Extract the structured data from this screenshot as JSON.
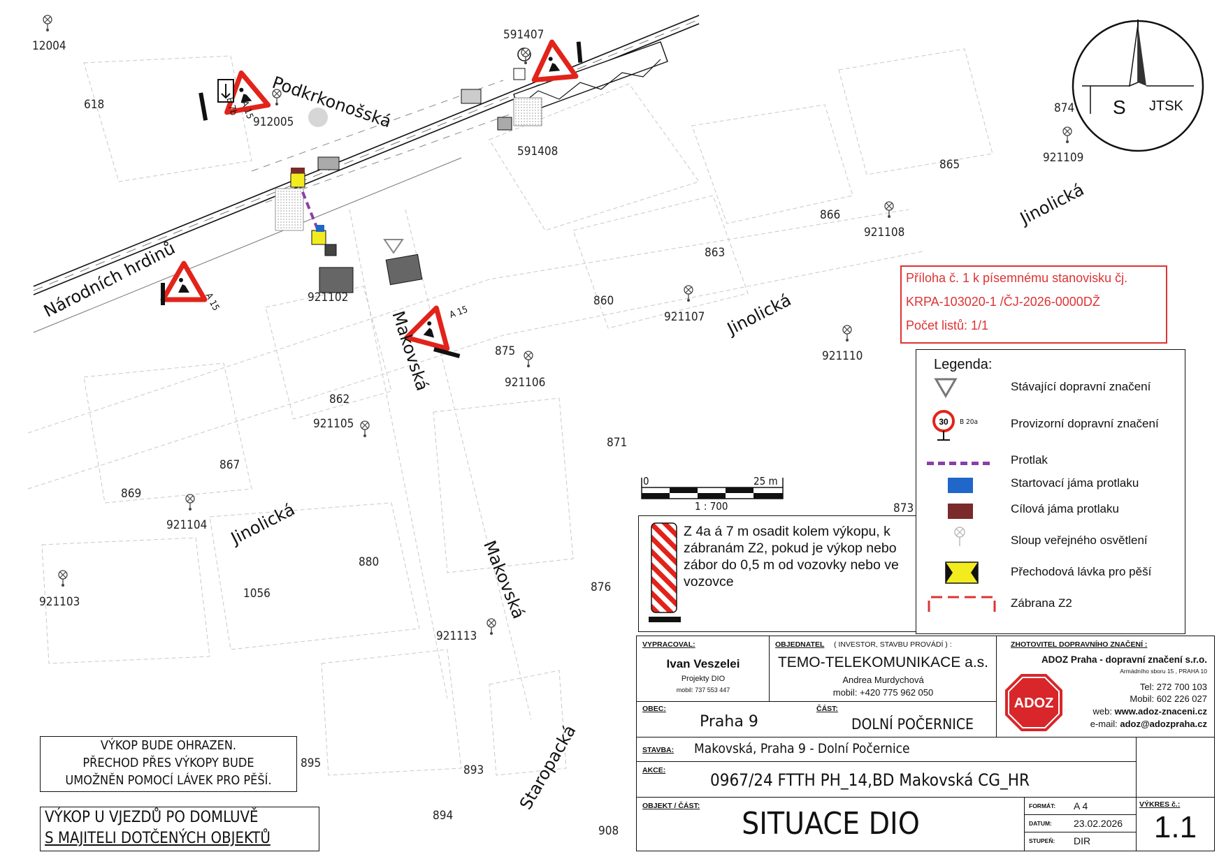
{
  "parcels": [
    "618",
    "874",
    "865",
    "866",
    "863",
    "860",
    "875",
    "862",
    "871",
    "867",
    "869",
    "873",
    "880",
    "1056",
    "876",
    "893",
    "894",
    "908",
    "895"
  ],
  "street_lights": [
    "12004",
    "912005",
    "591407",
    "591408",
    "921109",
    "921108",
    "921107",
    "921110",
    "921102",
    "921106",
    "921105",
    "921104",
    "921103",
    "921113"
  ],
  "streets": {
    "narodnich_hrdinu": "Národních hrdinů",
    "podkrkonosska": "Podkrkonošská",
    "makovska_1": "Makovská",
    "makovska_2": "Makovská",
    "jinolicka_1": "Jinolická",
    "jinolicka_2": "Jinolická",
    "jinolicka_3": "Jinolická",
    "staropacka": "Staropacká"
  },
  "sign_codes": {
    "a15_1": "A 15",
    "a15_2": "A 15",
    "a15_3": "A 15",
    "e7b": "E 7b"
  },
  "compass": {
    "north": "S",
    "system": "JTSK"
  },
  "stamp": {
    "line1": "Příloha č. 1 k písemnému stanovisku čj.",
    "line2": "KRPA-103020-1 /ČJ-2026-0000DŽ",
    "line3": "Počet listů: 1/1"
  },
  "legend": {
    "title": "Legenda:",
    "items": [
      "Stávající dopravní značení",
      "Provizorní dopravní značení",
      "Protlak",
      "Startovací jáma protlaku",
      "Cílová jáma protlaku",
      "Sloup veřejného osvětlení",
      "Přechodová lávka pro pěší",
      "Zábrana Z2"
    ],
    "sign_speed": "30",
    "sign_code": "B 20a"
  },
  "scale": {
    "zero": "0",
    "max": "25 m",
    "ratio": "1 : 700"
  },
  "z4_note": "Z 4a á 7 m osadit kolem výkopu, k zábranám Z2, pokud je výkop nebo zábor do 0,5 m od vozovky nebo ve vozovce",
  "notes": {
    "fence": [
      "VÝKOP BUDE OHRAZEN.",
      "PŘECHOD PŘES VÝKOPY BUDE",
      "UMOŽNĚN POMOCÍ LÁVEK PRO PĚŠÍ."
    ],
    "driveway": [
      "VÝKOP U VJEZDŮ PO DOMLUVĚ",
      "S MAJITELI DOTČENÝCH OBJEKTŮ"
    ]
  },
  "title_block": {
    "vypracoval_label": "VYPRACOVAL:",
    "vypracoval_name": "Ivan Veszelei",
    "vypracoval_company": "Projekty DIO",
    "vypracoval_phone": "mobil: 737 553 447",
    "objednatel_label": "OBJEDNATEL",
    "objednatel_sub": "( INVESTOR, STAVBU PROVÁDÍ ) :",
    "objednatel_name": "TEMO-TELEKOMUNIKACE a.s.",
    "objednatel_person": "Andrea Murdychová",
    "objednatel_phone": "mobil: +420 775 962 050",
    "zhotovitel_label": "ZHOTOVITEL DOPRAVNÍHO ZNAČENÍ :",
    "zhotovitel_name": "ADOZ Praha - dopravní značení s.r.o.",
    "zhotovitel_address": "Armádního sboru 15 , PRAHA 10",
    "zhotovitel_logo": "ADOZ",
    "zhotovitel_tel": "Tel: 272 700 103",
    "zhotovitel_mobil": "Mobil: 602 226 027",
    "zhotovitel_web_label": "web:",
    "zhotovitel_web": "www.adoz-znaceni.cz",
    "zhotovitel_email_label": "e-mail:",
    "zhotovitel_email": "adoz@adozpraha.cz",
    "obec_label": "OBEC:",
    "obec": "Praha 9",
    "cast_label": "ČÁST:",
    "cast": "DOLNÍ POČERNICE",
    "stavba_label": "STAVBA:",
    "stavba": "Makovská, Praha 9 - Dolní Počernice",
    "akce_label": "AKCE:",
    "akce": "0967/24 FTTH PH_14,BD Makovská CG_HR",
    "objekt_label": "OBJEKT / ČÁST:",
    "objekt": "SITUACE DIO",
    "format_label": "FORMÁT:",
    "format": "A 4",
    "datum_label": "DATUM:",
    "datum": "23.02.2026",
    "stupen_label": "STUPEŇ:",
    "stupen": "DIR",
    "vykres_label": "VÝKRES č.:",
    "vykres": "1.1"
  },
  "colors": {
    "sign_red": "#e2231a",
    "protlak": "#8a3fa6",
    "start_pit": "#2166c9",
    "end_pit": "#7a2a2a",
    "walkway": "#f2ec1f",
    "stamp": "#d33333",
    "adoz": "#d8262a"
  }
}
